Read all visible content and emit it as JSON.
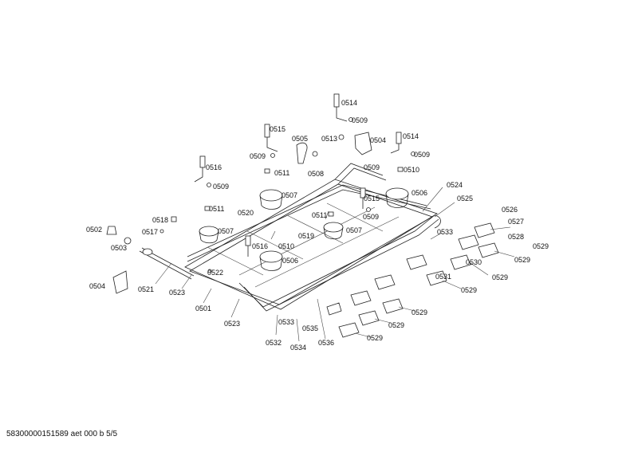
{
  "footer": "58300000151589 aet 000 b 5/5",
  "labels": {
    "l0514a": "0514",
    "l0509a": "0509",
    "l0515a": "0515",
    "l0505": "0505",
    "l0513": "0513",
    "l0504a": "0504",
    "l0514b": "0514",
    "l0509b": "0509",
    "l0509c": "0509",
    "l0516a": "0516",
    "l0511a": "0511",
    "l0508": "0508",
    "l0509d": "0509",
    "l0510a": "0510",
    "l0509e": "0509",
    "l0507a": "0507",
    "l0524": "0524",
    "l0506a": "0506",
    "l0525": "0525",
    "l0511b": "0511",
    "l0520": "0520",
    "l0515b": "0515",
    "l0511c": "0511",
    "l0509f": "0509",
    "l0526": "0526",
    "l0518": "0518",
    "l0527": "0527",
    "l0502": "0502",
    "l0517": "0517",
    "l0507b": "0507",
    "l0507c": "0507",
    "l0533a": "0533",
    "l0519": "0519",
    "l0528": "0528",
    "l0503": "0503",
    "l0516b": "0516",
    "l0510b": "0510",
    "l0529a": "0529",
    "l0529b": "0529",
    "l0506b": "0506",
    "l0530": "0530",
    "l0522": "0522",
    "l0504b": "0504",
    "l0521": "0521",
    "l0529c": "0529",
    "l0531": "0531",
    "l0523a": "0523",
    "l0529d": "0529",
    "l0501": "0501",
    "l0529e": "0529",
    "l0533b": "0533",
    "l0523b": "0523",
    "l0529f": "0529",
    "l0535": "0535",
    "l0529g": "0529",
    "l0532": "0532",
    "l0534": "0534",
    "l0536": "0536"
  }
}
